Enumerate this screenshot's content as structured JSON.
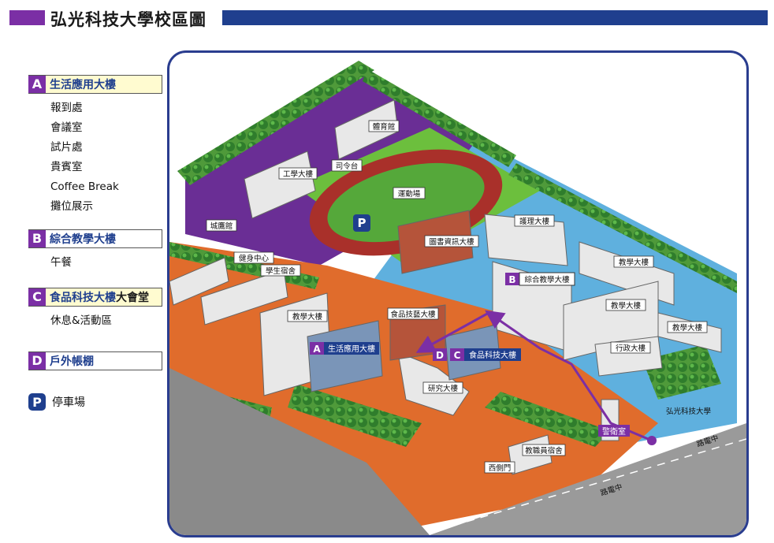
{
  "header": {
    "title": "弘光科技大學校區圖",
    "accent_purple": "#7b2fa5",
    "accent_blue": "#1f3f8e"
  },
  "legend": {
    "A": {
      "letter": "A",
      "name": "生活應用大樓",
      "color": "#7b2fa5",
      "items": [
        "報到處",
        "會議室",
        "試片處",
        "貴賓室",
        "Coffee Break",
        "攤位展示"
      ]
    },
    "B": {
      "letter": "B",
      "name": "綜合教學大樓",
      "color": "#7b2fa5",
      "items": [
        "午餐"
      ]
    },
    "C": {
      "letter": "C",
      "name": "食品科技大樓",
      "name_suffix": "大會堂",
      "color": "#7b2fa5",
      "items": [
        "休息&活動區"
      ]
    },
    "D": {
      "letter": "D",
      "name": "戶外帳棚",
      "color": "#7b2fa5",
      "items": []
    },
    "P": {
      "letter": "P",
      "name": "停車場",
      "color": "#1f3f8e"
    }
  },
  "map": {
    "labels": {
      "gym": "體育館",
      "podium": "司令台",
      "engineering": "工學大樓",
      "field": "運動場",
      "nursing": "護理大樓",
      "library": "圖書資訊大樓",
      "teaching1": "教學大樓",
      "fitness": "健身中心",
      "dorm": "學生宿舍",
      "hall": "城鷹館",
      "food_arts": "食品技藝大樓",
      "teaching2": "教學大樓",
      "teaching3": "教學大樓",
      "teaching4": "教學大樓",
      "admin": "行政大樓",
      "research": "研究大樓",
      "guard": "警衛室",
      "staff_dorm": "教職員宿舍",
      "west_gate": "西側門",
      "road1": "路電中",
      "road2": "路電中",
      "gate_sign": "弘光科技大學"
    },
    "markers": {
      "A": {
        "letter": "A",
        "name": "生活應用大樓"
      },
      "B": {
        "letter": "B",
        "name": "綜合教學大樓"
      },
      "C": {
        "letter": "C",
        "name": "食品科技大樓"
      },
      "D": {
        "letter": "D"
      },
      "P": {
        "letter": "P"
      }
    }
  }
}
